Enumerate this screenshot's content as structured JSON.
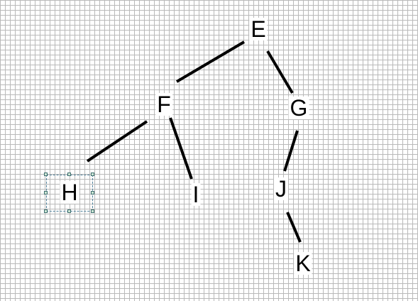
{
  "diagram": {
    "type": "tree",
    "nodes": [
      {
        "id": "E",
        "label": "E"
      },
      {
        "id": "F",
        "label": "F"
      },
      {
        "id": "G",
        "label": "G"
      },
      {
        "id": "H",
        "label": "H",
        "selected": true
      },
      {
        "id": "I",
        "label": "I"
      },
      {
        "id": "J",
        "label": "J"
      },
      {
        "id": "K",
        "label": "K"
      }
    ],
    "edges": [
      {
        "from": "E",
        "to": "F"
      },
      {
        "from": "E",
        "to": "G"
      },
      {
        "from": "F",
        "to": "H"
      },
      {
        "from": "F",
        "to": "I"
      },
      {
        "from": "G",
        "to": "J"
      },
      {
        "from": "J",
        "to": "K"
      }
    ]
  },
  "colors": {
    "edge": "#000000",
    "grid": "#b9b9b9",
    "selection_border": "#4d7f99"
  }
}
